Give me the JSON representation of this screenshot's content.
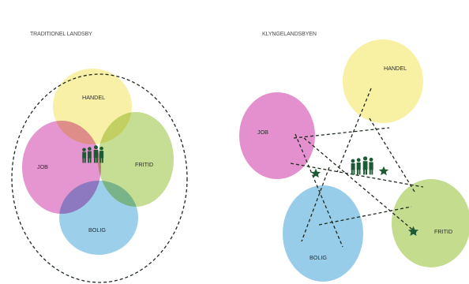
{
  "colors": {
    "handel": "#f8f0a2",
    "job": "#e48fce",
    "fritid": "#c3dc8e",
    "bolig": "#97cde9",
    "overlap_center": "#5a9d4a",
    "dashes": "#1f2a1f",
    "icons": "#1d5a33"
  },
  "left_panel": {
    "title": "TRADITIONEL LANDSBY",
    "circles": {
      "handel": "HANDEL",
      "job": "JOB",
      "fritid": "FRITID",
      "bolig": "BOLIG"
    }
  },
  "right_panel": {
    "title": "KLYNGELANDSBYEN",
    "circles": {
      "handel": "HANDEL",
      "job": "JOB",
      "fritid": "FRITID",
      "bolig": "BOLIG"
    }
  },
  "icons": {
    "people": "people-icon",
    "star": "star-icon"
  }
}
